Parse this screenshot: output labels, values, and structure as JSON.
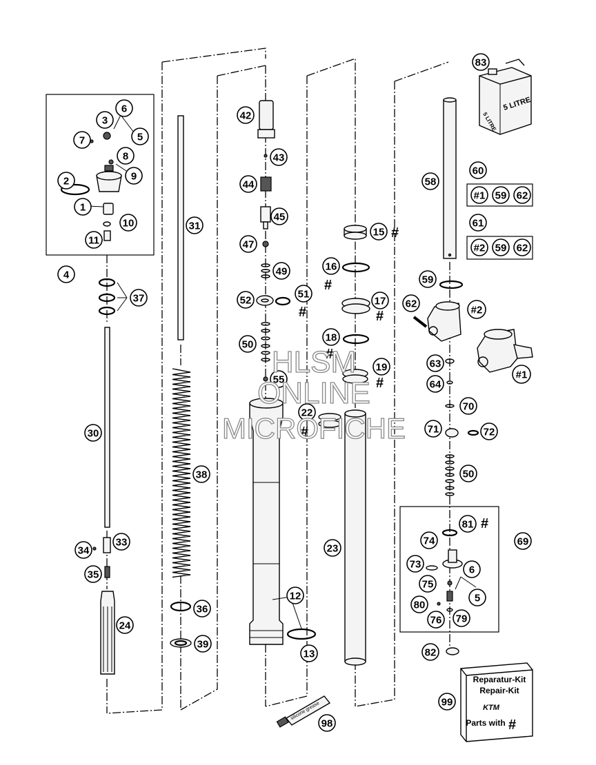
{
  "diagram": {
    "callouts": [
      "1",
      "2",
      "3",
      "4",
      "5",
      "6",
      "7",
      "8",
      "9",
      "10",
      "11",
      "12",
      "13",
      "15",
      "16",
      "17",
      "18",
      "19",
      "22",
      "23",
      "24",
      "30",
      "31",
      "33",
      "34",
      "35",
      "36",
      "37",
      "38",
      "39",
      "42",
      "43",
      "44",
      "45",
      "47",
      "49",
      "50",
      "51",
      "52",
      "55",
      "58",
      "59",
      "60",
      "61",
      "62",
      "63",
      "64",
      "69",
      "70",
      "71",
      "72",
      "73",
      "74",
      "75",
      "76",
      "79",
      "80",
      "81",
      "82",
      "83",
      "98",
      "99"
    ],
    "assembly_refs": [
      "#1",
      "#2"
    ],
    "hash_mark": "#",
    "kit_boxes": {
      "k60": [
        "#1",
        "59",
        "62"
      ],
      "k61": [
        "#2",
        "59",
        "62"
      ]
    },
    "oil_can_label": "5 LITRE",
    "oil_can_side_label": "5 LITRE",
    "grease_tube_label": "silicone grease",
    "repair_kit": {
      "line1": "Reparatur-Kit",
      "line2": "Repair-Kit",
      "logo": "KTM",
      "footer": "Parts with",
      "mark": "#"
    }
  },
  "watermark": {
    "line1": "HLSM",
    "line2": "ONLINE",
    "line3": "MICROFICHE"
  }
}
